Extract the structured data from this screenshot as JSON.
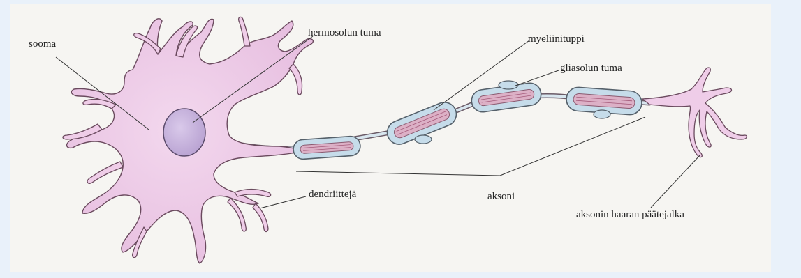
{
  "labels": {
    "sooma": "sooma",
    "hermosolun_tuma": "hermosolun tuma",
    "myeliinituppi": "myeliinituppi",
    "gliasolun_tuma": "gliasolun tuma",
    "dendriitteja": "dendriittejä",
    "aksoni": "aksoni",
    "aksonin_haaran_paatejalka": "aksonin haaran päätejalka"
  },
  "colors": {
    "background": "#e9f1fa",
    "paper": "#f6f5f2",
    "cell_fill": "#efcde8",
    "cell_outline": "#6a4a5e",
    "nucleus": "#c8b4dc",
    "myelin": "#c6dcea",
    "myelin_stripes": "#c97a9a"
  }
}
